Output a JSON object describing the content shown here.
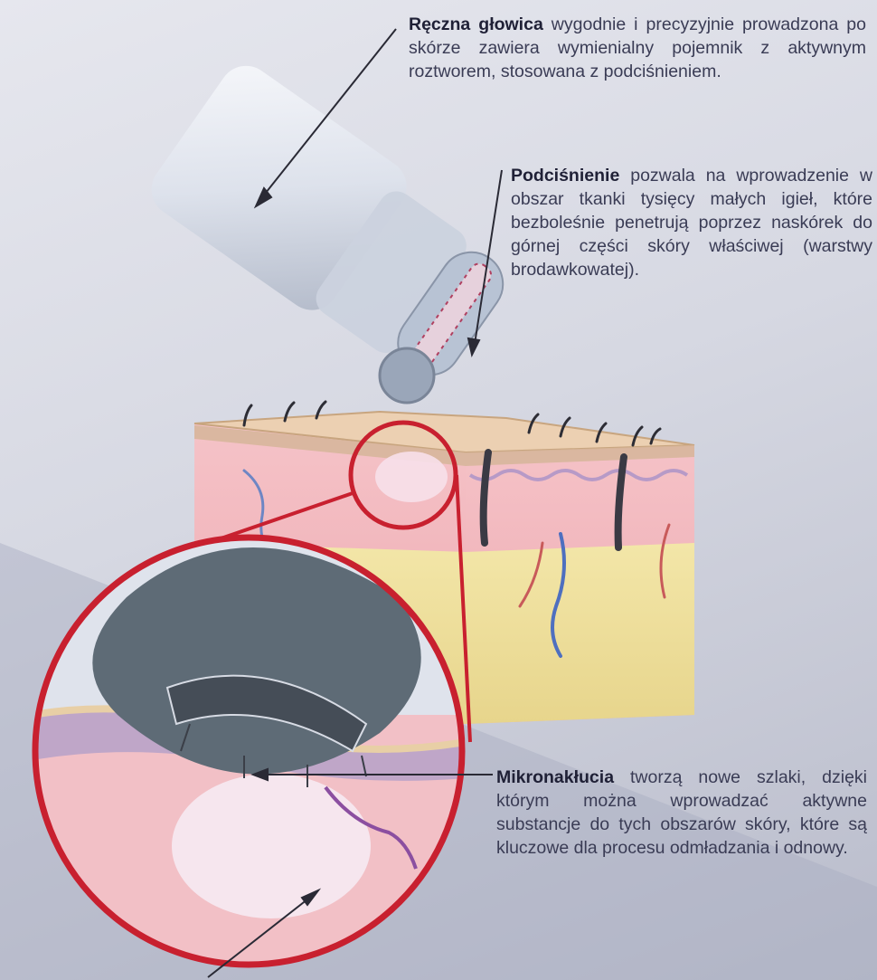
{
  "callouts": {
    "handpiece": {
      "term": "Ręczna głowica",
      "text": "wygodnie i precyzyjnie prowadzona po skórze zawiera wymienialny pojemnik z aktywnym roztworem, stosowana z podciśnieniem."
    },
    "vacuum": {
      "term": "Podciśnienie",
      "text": "pozwala na wprowadzenie w obszar tkanki tysięcy małych igieł, które bezboleśnie penetrują poprzez naskórek do górnej części skóry właściwej (warstwy brodawkowatej)."
    },
    "microneedling": {
      "term": "Mikronakłucia",
      "text": "tworzą nowe szlaki, dzięki którym można wprowadzać aktywne substancje do tych obszarów skóry, które są kluczowe dla procesu odmładzania i odnowy."
    }
  },
  "colors": {
    "magnifier_ring": "#c8202f",
    "leader_lines": "#2a2a35",
    "epidermis": "#e9c8a8",
    "dermis": "#f2b9bf",
    "subcutis": "#f2e2a0",
    "device_body": "#dfe4ee",
    "needle_head": "#5e6b76"
  }
}
